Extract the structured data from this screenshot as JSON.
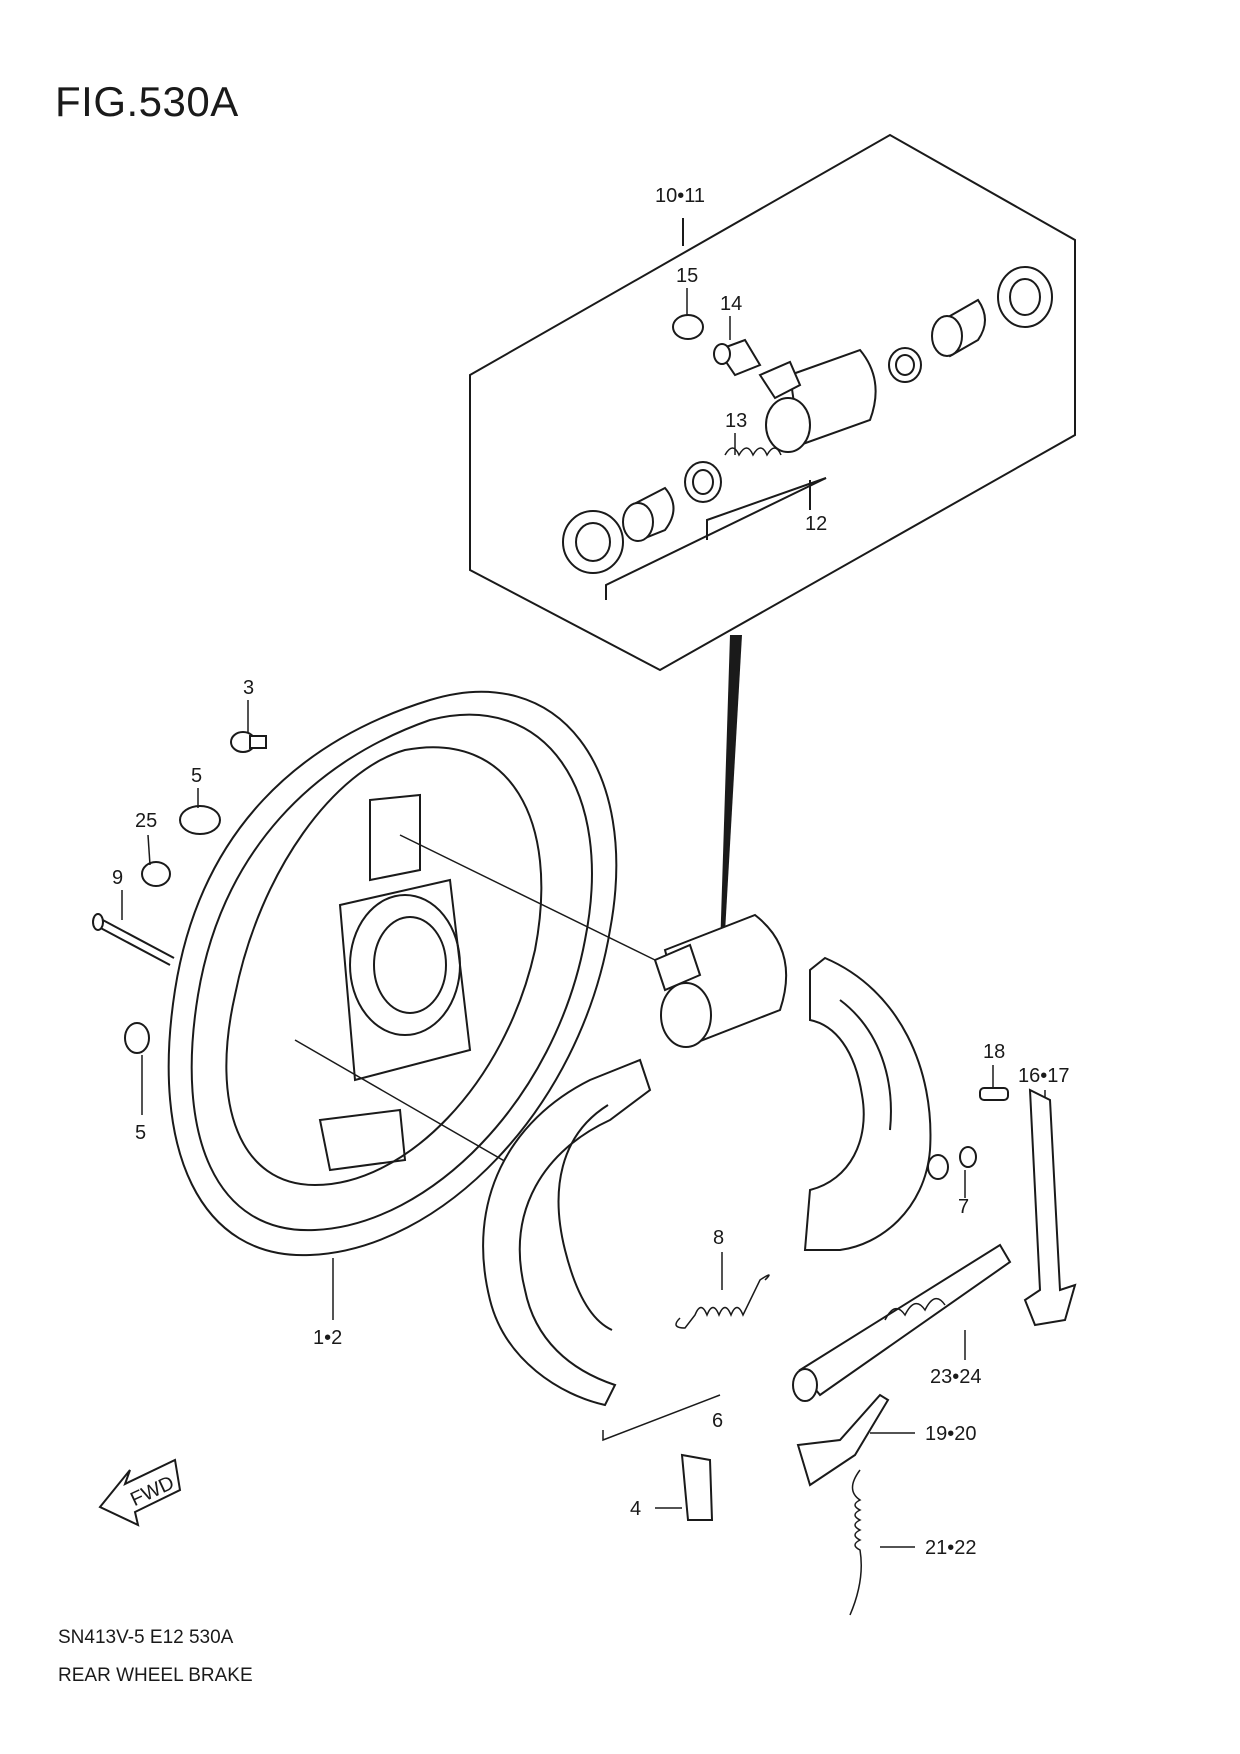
{
  "figure": {
    "title": "FIG.530A"
  },
  "footer": {
    "code": "SN413V-5 E12 530A",
    "name": "REAR WHEEL BRAKE"
  },
  "fwd_label": "FWD",
  "callouts": [
    {
      "id": "c1011",
      "text": "10•11"
    },
    {
      "id": "c15",
      "text": "15"
    },
    {
      "id": "c14",
      "text": "14"
    },
    {
      "id": "c13",
      "text": "13"
    },
    {
      "id": "c12",
      "text": "12"
    },
    {
      "id": "c3",
      "text": "3"
    },
    {
      "id": "c5a",
      "text": "5"
    },
    {
      "id": "c25",
      "text": "25"
    },
    {
      "id": "c9",
      "text": "9"
    },
    {
      "id": "c5b",
      "text": "5"
    },
    {
      "id": "c12b",
      "text": "1•2"
    },
    {
      "id": "c18",
      "text": "18"
    },
    {
      "id": "c1617",
      "text": "16•17"
    },
    {
      "id": "c7",
      "text": "7"
    },
    {
      "id": "c8",
      "text": "8"
    },
    {
      "id": "c2324",
      "text": "23•24"
    },
    {
      "id": "c6",
      "text": "6"
    },
    {
      "id": "c1920",
      "text": "19•20"
    },
    {
      "id": "c4",
      "text": "4"
    },
    {
      "id": "c2122",
      "text": "21•22"
    }
  ]
}
